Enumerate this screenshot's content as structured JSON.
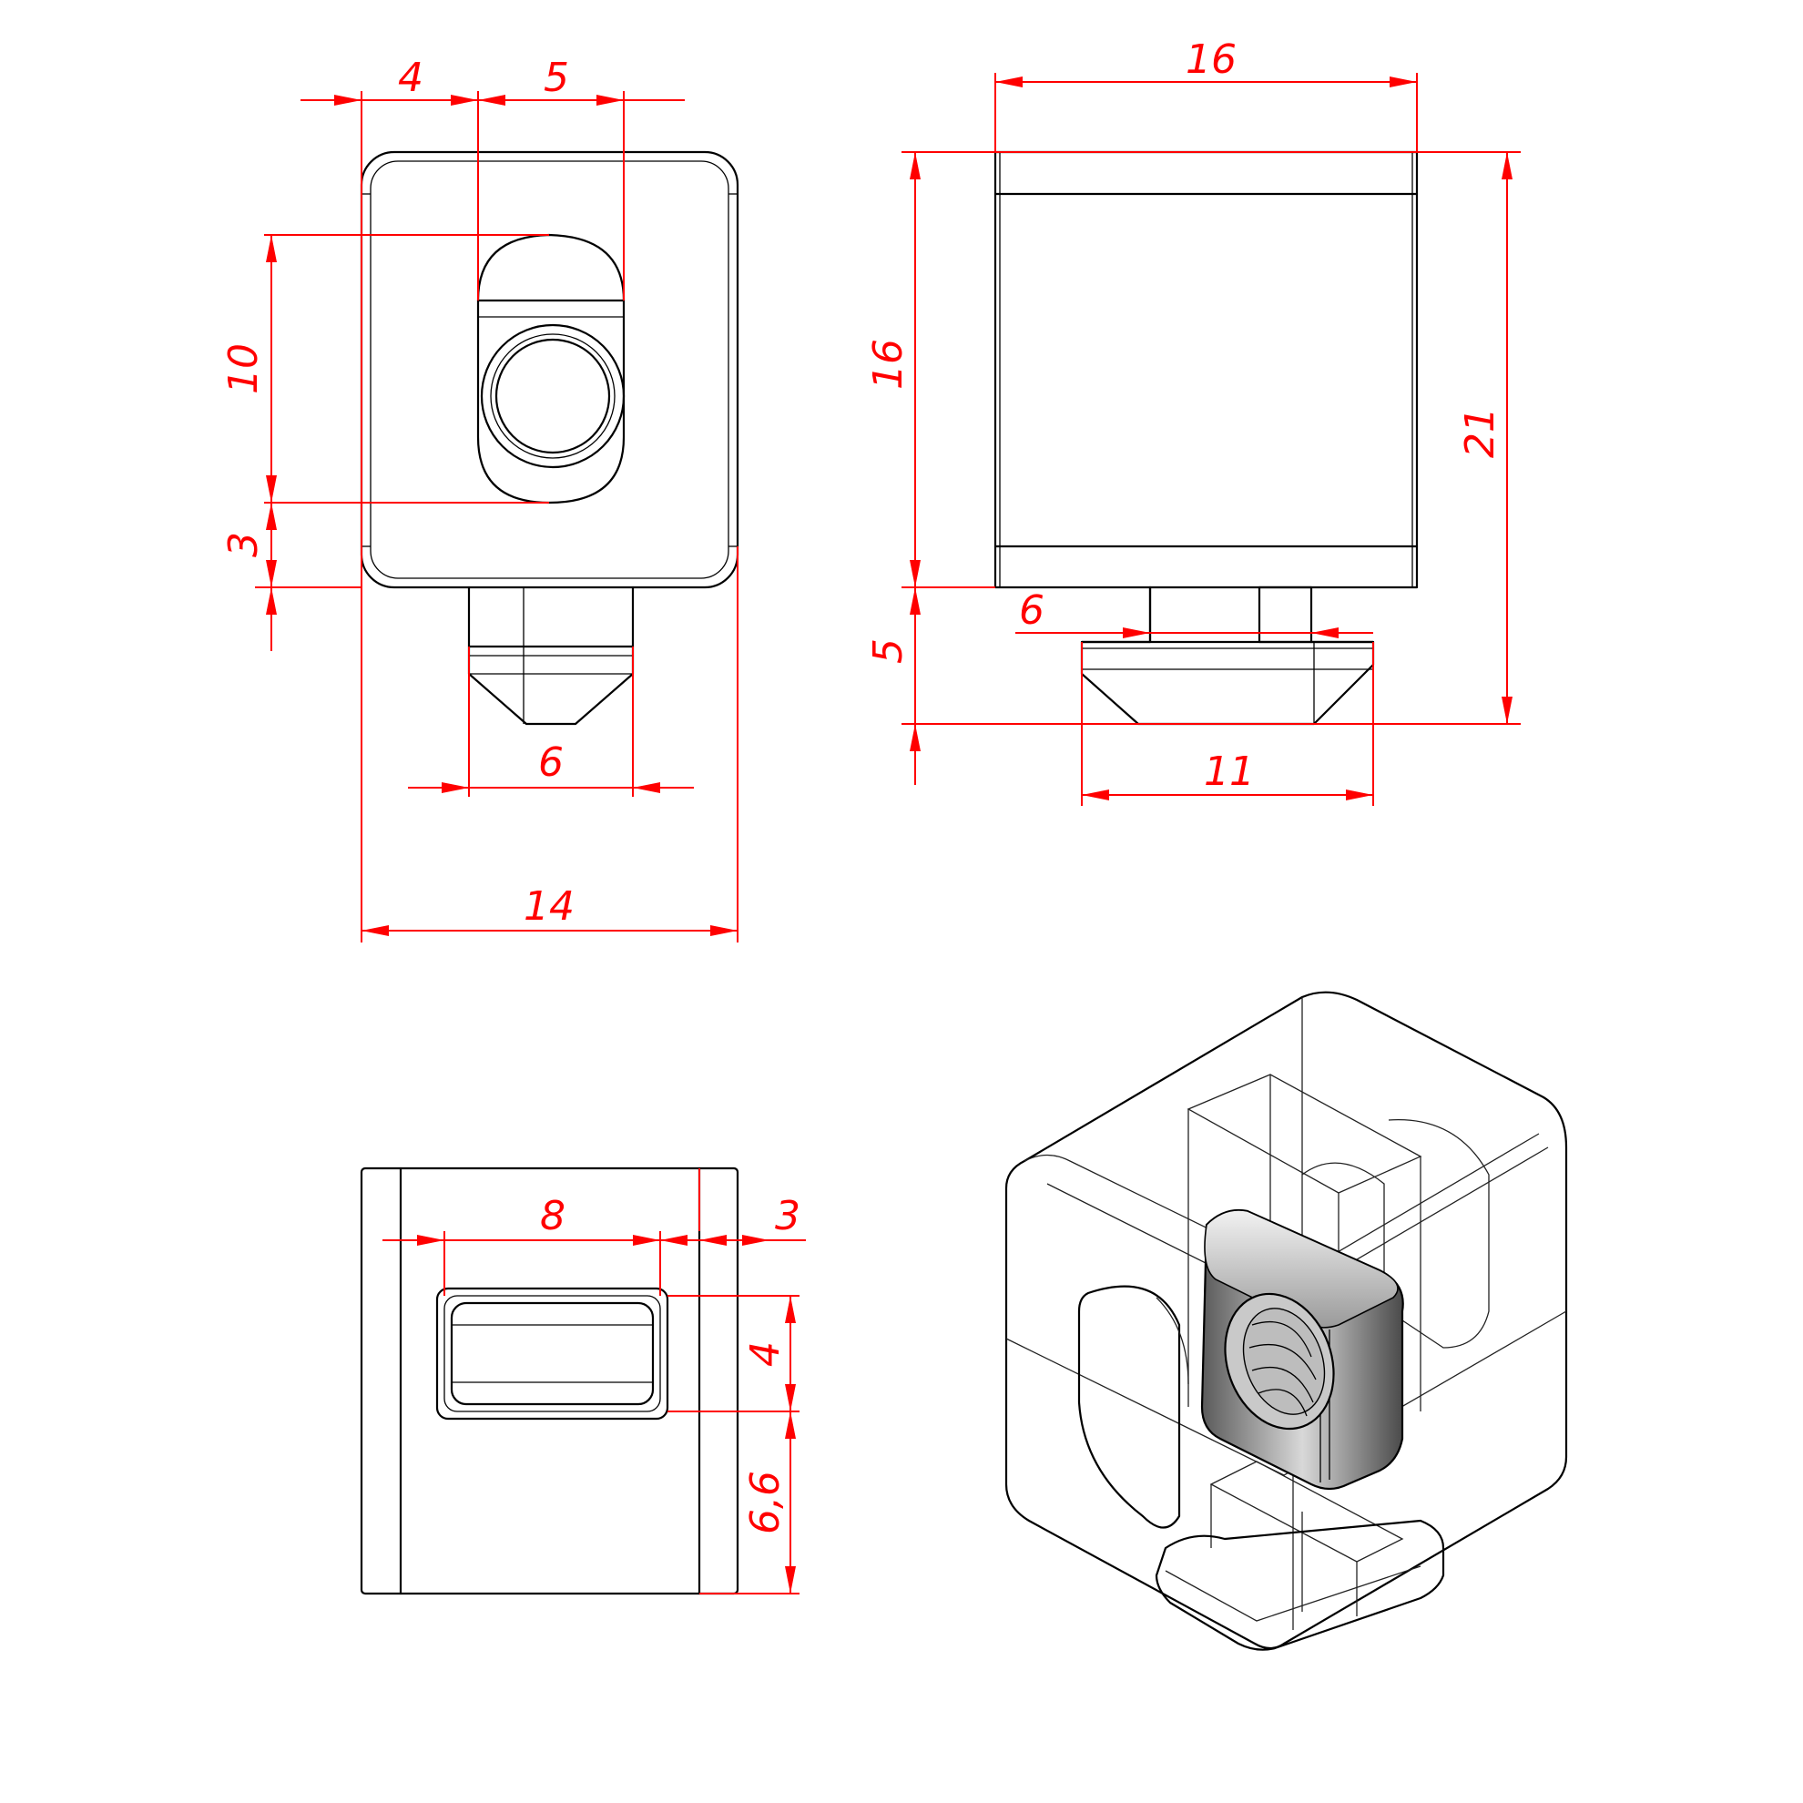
{
  "colors": {
    "dimension": "#ff0000",
    "outline": "#000000",
    "background": "#ffffff"
  },
  "views": {
    "front": {
      "dimensions": {
        "d_top_left": "4",
        "d_top_right": "5",
        "d_slot_height": "10",
        "d_lower_offset": "3",
        "d_stem_width": "6",
        "d_total_width": "14"
      }
    },
    "side": {
      "dimensions": {
        "d_width": "16",
        "d_body_height": "16",
        "d_total_height": "21",
        "d_neck_width": "6",
        "d_foot_height": "5",
        "d_foot_width": "11"
      }
    },
    "bottom": {
      "dimensions": {
        "d_slot_width": "8",
        "d_edge": "3",
        "d_slot_height": "4",
        "d_offset": "6,6"
      }
    },
    "isometric": {
      "icon": "isometric-part-icon"
    }
  }
}
